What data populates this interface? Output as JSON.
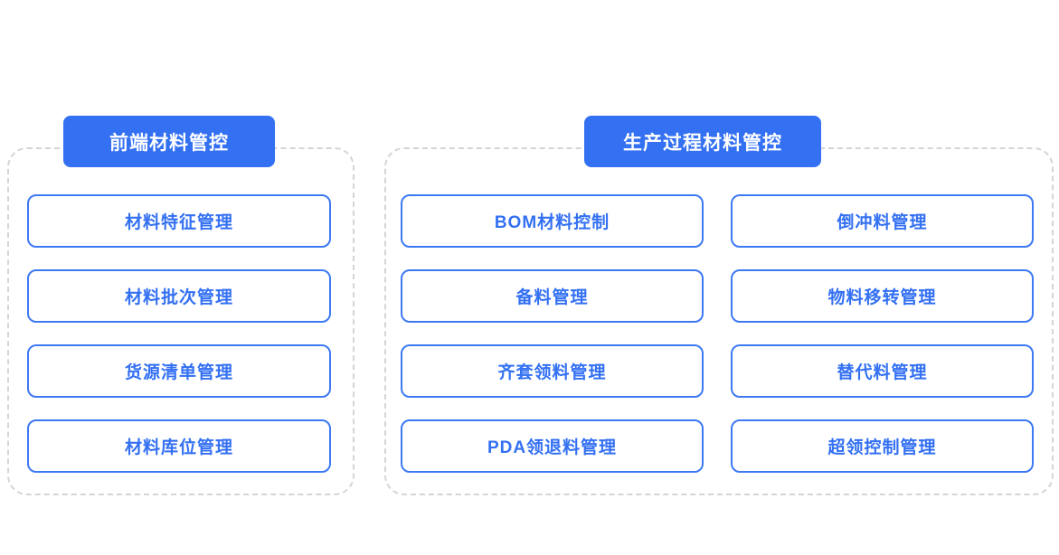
{
  "colors": {
    "accent_blue": "#3370f2",
    "box_border_blue": "#3d79f3",
    "dashed_border_gray": "#d5d5d5",
    "badge_text": "#ffffff",
    "background": "#ffffff"
  },
  "groups": [
    {
      "title": "前端材料管控",
      "items": [
        "材料特征管理",
        "材料批次管理",
        "货源清单管理",
        "材料库位管理"
      ]
    },
    {
      "title": "生产过程材料管控",
      "items": [
        "BOM材料控制",
        "倒冲料管理",
        "备料管理",
        "物料移转管理",
        "齐套领料管理",
        "替代料管理",
        "PDA领退料管理",
        "超领控制管理"
      ]
    }
  ]
}
